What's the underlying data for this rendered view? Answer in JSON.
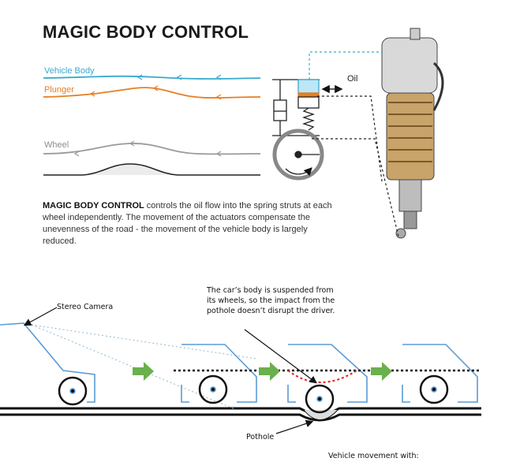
{
  "title": "MAGIC BODY CONTROL",
  "labels": {
    "vehicle_body": "Vehicle Body",
    "plunger": "Plunger",
    "wheel": "Wheel",
    "oil": "Oil"
  },
  "description": {
    "strong": "MAGIC BODY CONTROL",
    "text": " controls the oil flow into the spring struts at each wheel independently. The movement of the actuators compensate the unevenness of the road - the movement of the vehicle body is largely reduced."
  },
  "annotations": {
    "body_note": "The car’s body is suspended from its wheels, so the impact from the pothole doesn’t disrupt the driver.",
    "stereo_camera": "Stereo Camera",
    "pothole": "Pothole",
    "vehicle_movement": "Vehicle movement with:"
  },
  "colors": {
    "vehicle_body": "#3aa9cf",
    "plunger": "#e67e22",
    "wheel": "#8c8c8c",
    "car_outline": "#5b9bd5",
    "arrow_green": "#6ab04c",
    "path_red": "#e02020"
  }
}
